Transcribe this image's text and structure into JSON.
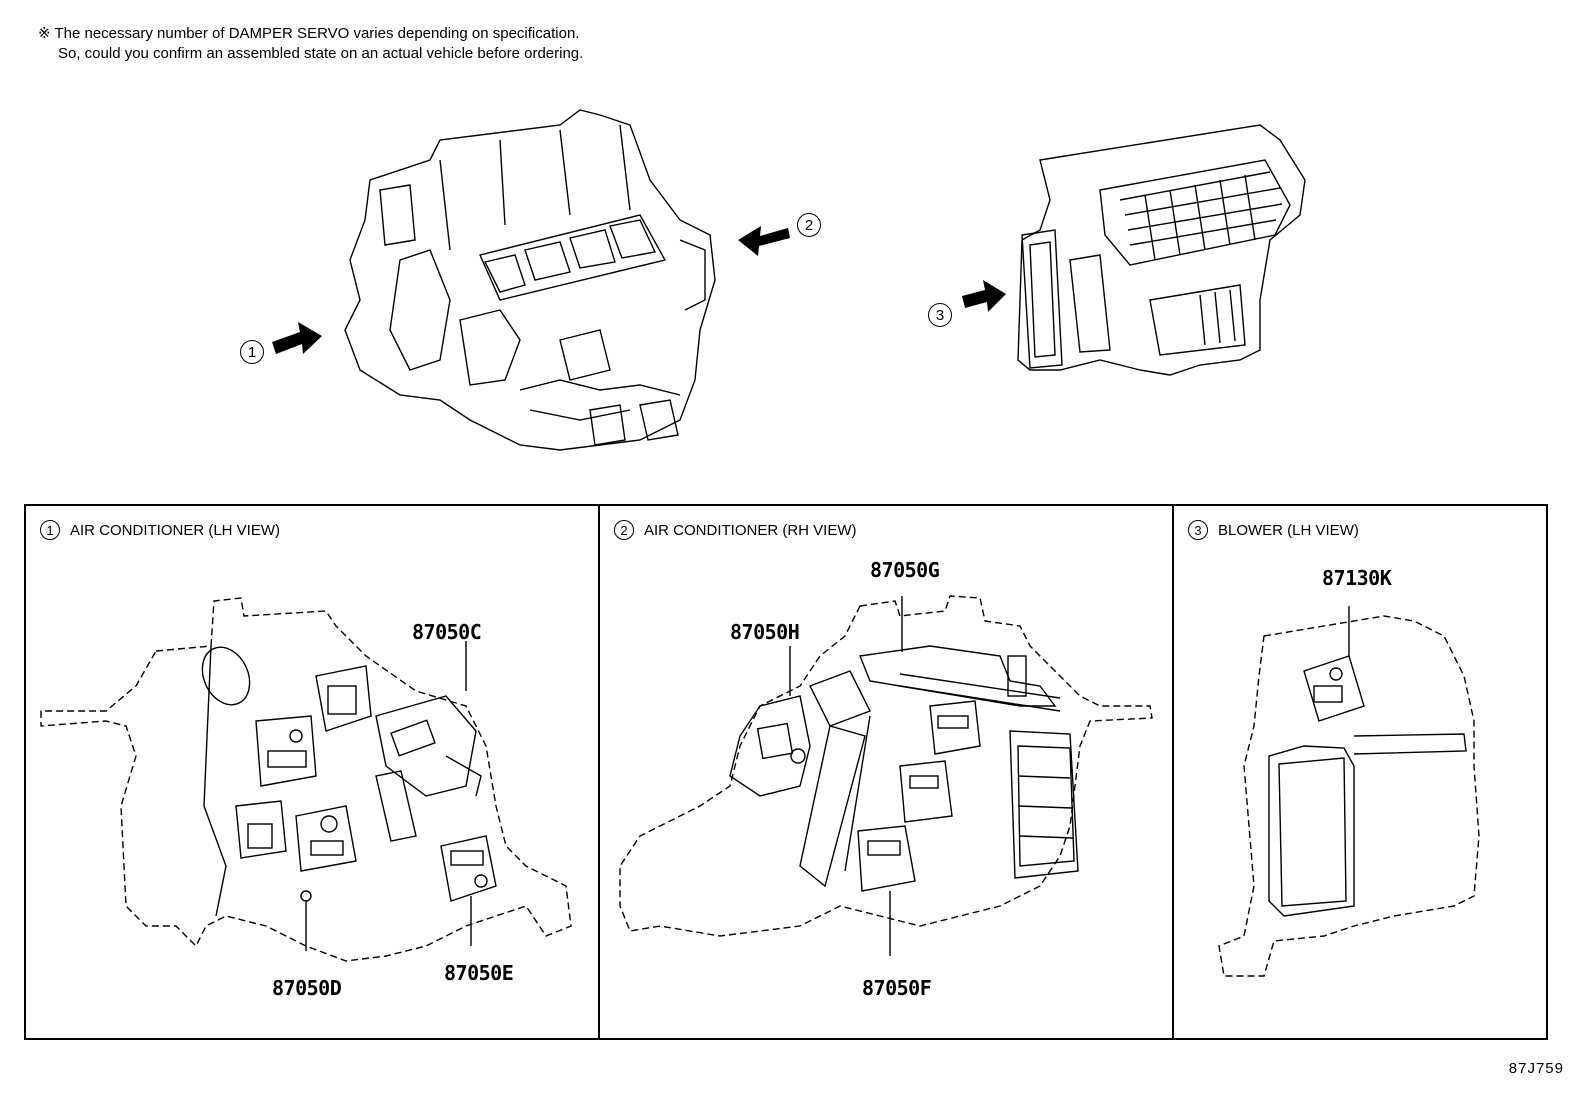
{
  "note": {
    "line1": "※ The necessary number of DAMPER SERVO varies depending on specification.",
    "line2": "So, could you confirm an assembled state on an actual vehicle before ordering."
  },
  "callouts": {
    "c1": "1",
    "c2": "2",
    "c3": "3"
  },
  "panels": [
    {
      "num": "1",
      "title": "AIR CONDITIONER (LH VIEW)",
      "parts": [
        "87050C",
        "87050D",
        "87050E"
      ]
    },
    {
      "num": "2",
      "title": "AIR CONDITIONER (RH VIEW)",
      "parts": [
        "87050G",
        "87050H",
        "87050F"
      ]
    },
    {
      "num": "3",
      "title": "BLOWER (LH VIEW)",
      "parts": [
        "87130K"
      ]
    }
  ],
  "reference": "87J759"
}
